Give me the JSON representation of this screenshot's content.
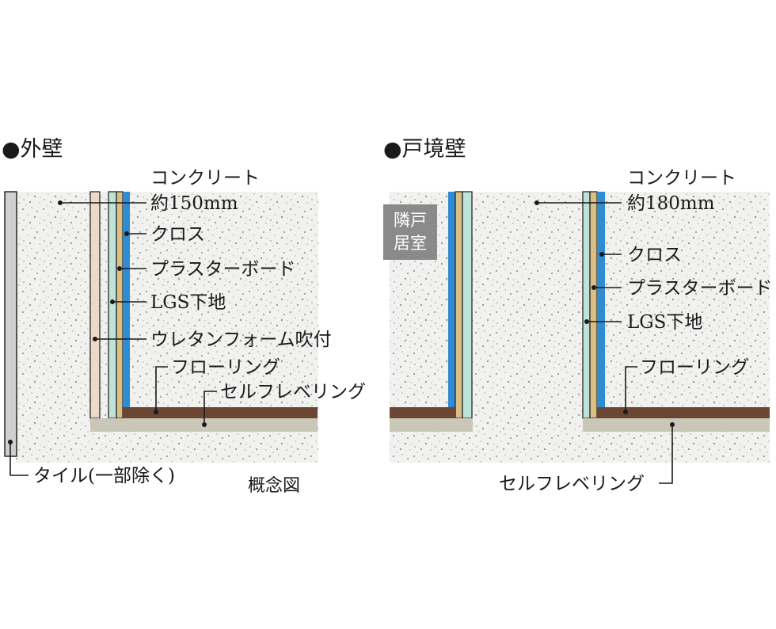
{
  "exterior": {
    "title": "●外壁",
    "labels": {
      "concrete_1": "コンクリート",
      "concrete_2": "約150mm",
      "cloth": "クロス",
      "plasterboard": "プラスターボード",
      "lgs": "LGS下地",
      "urethane": "ウレタンフォーム吹付",
      "flooring": "フローリング",
      "self_leveling": "セルフレベリング",
      "tile": "タイル(一部除く)"
    }
  },
  "boundary": {
    "title": "●戸境壁",
    "neighbor_1": "隣戸",
    "neighbor_2": "居室",
    "labels": {
      "concrete_1": "コンクリート",
      "concrete_2": "約180mm",
      "cloth": "クロス",
      "plasterboard": "プラスターボード",
      "lgs": "LGS下地",
      "flooring": "フローリング",
      "self_leveling": "セルフレベリング"
    }
  },
  "caption": "概念図",
  "colors": {
    "concrete": "#f1f1ef",
    "aggregate": "#9a9a9a",
    "tile": "#cfcfcf",
    "urethane": "#ecd9c8",
    "plasterboard": "#d9bf85",
    "lgs": "#bde3da",
    "cloth": "#2f8bd2",
    "flooring": "#6b4633",
    "self_leveling": "#c9c7b8",
    "neighbor_box": "#8a8a8a"
  }
}
